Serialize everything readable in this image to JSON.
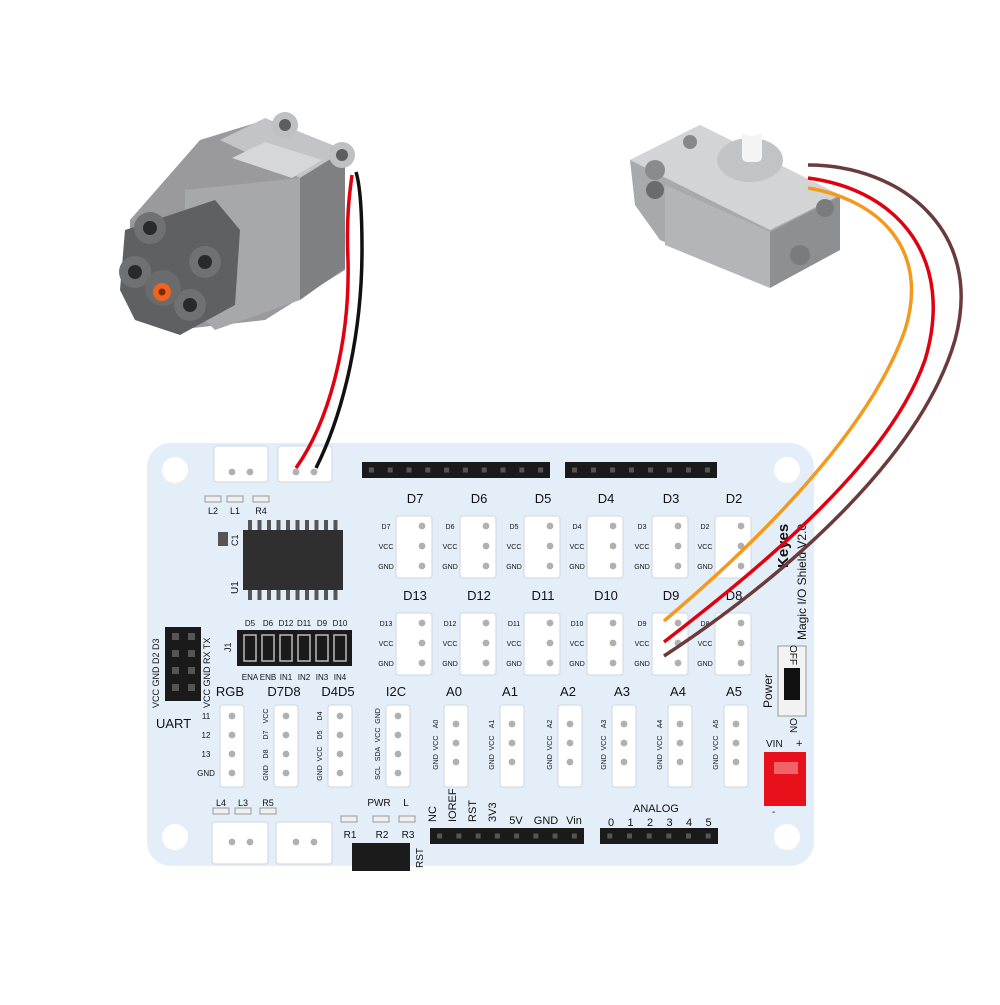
{
  "board": {
    "brand": "Keyes",
    "model": "Magic I/O Shield V2.0",
    "colors": {
      "pcb": "#e4eef8",
      "header": "#1a1a1a",
      "connector": "#ffffff",
      "chip": "#2f2f2f",
      "power_jack": "#e8101a"
    },
    "top_leds": [
      "L2",
      "L1",
      "R4"
    ],
    "cap_label": "C1",
    "chip_label": "U1",
    "uart": {
      "label": "UART",
      "col_labels": [
        "VCC GND D2 D3",
        "VCC GND RX TX"
      ]
    },
    "j1": {
      "label": "J1",
      "top": [
        "D5",
        "D6",
        "D12",
        "D11",
        "D9",
        "D10"
      ],
      "bottom": [
        "ENA",
        "ENB",
        "IN1",
        "IN2",
        "IN3",
        "IN4"
      ]
    },
    "row1": [
      {
        "name": "D7",
        "pins": [
          "D7",
          "VCC",
          "GND"
        ]
      },
      {
        "name": "D6",
        "pins": [
          "D6",
          "VCC",
          "GND"
        ]
      },
      {
        "name": "D5",
        "pins": [
          "D5",
          "VCC",
          "GND"
        ]
      },
      {
        "name": "D4",
        "pins": [
          "D4",
          "VCC",
          "GND"
        ]
      },
      {
        "name": "D3",
        "pins": [
          "D3",
          "VCC",
          "GND"
        ]
      },
      {
        "name": "D2",
        "pins": [
          "D2",
          "VCC",
          "GND"
        ]
      }
    ],
    "row2": [
      {
        "name": "D13",
        "pins": [
          "D13",
          "VCC",
          "GND"
        ]
      },
      {
        "name": "D12",
        "pins": [
          "D12",
          "VCC",
          "GND"
        ]
      },
      {
        "name": "D11",
        "pins": [
          "D11",
          "VCC",
          "GND"
        ]
      },
      {
        "name": "D10",
        "pins": [
          "D10",
          "VCC",
          "GND"
        ]
      },
      {
        "name": "D9",
        "pins": [
          "D9",
          "VCC",
          "GND"
        ]
      },
      {
        "name": "D8",
        "pins": [
          "D8",
          "VCC",
          "GND"
        ]
      }
    ],
    "row3": [
      {
        "name": "RGB",
        "pins": [
          "11",
          "12",
          "13",
          "GND"
        ]
      },
      {
        "name": "D7D8",
        "pins": [
          "VCC",
          "D7",
          "D8",
          "GND"
        ]
      },
      {
        "name": "D4D5",
        "pins": [
          "D4",
          "D5",
          "VCC",
          "GND"
        ]
      },
      {
        "name": "I2C",
        "pins": [
          "GND",
          "VCC",
          "SDA",
          "SCL"
        ]
      },
      {
        "name": "A0",
        "pins": [
          "A0",
          "VCC",
          "GND"
        ]
      },
      {
        "name": "A1",
        "pins": [
          "A1",
          "VCC",
          "GND"
        ]
      },
      {
        "name": "A2",
        "pins": [
          "A2",
          "VCC",
          "GND"
        ]
      },
      {
        "name": "A3",
        "pins": [
          "A3",
          "VCC",
          "GND"
        ]
      },
      {
        "name": "A4",
        "pins": [
          "A4",
          "VCC",
          "GND"
        ]
      },
      {
        "name": "A5",
        "pins": [
          "A5",
          "VCC",
          "GND"
        ]
      }
    ],
    "power": {
      "label": "Power",
      "off": "OFF",
      "on": "ON",
      "vin": "VIN",
      "plus": "+",
      "minus": "-"
    },
    "bottom_leds": [
      "L4",
      "L3",
      "R5"
    ],
    "pwr_leds": [
      "PWR",
      "L"
    ],
    "resistors": [
      "R1",
      "R2",
      "R3"
    ],
    "rst_label": "RST",
    "power_header": [
      "NC",
      "IOREF",
      "RST",
      "3V3",
      "5V",
      "GND",
      "Vin"
    ],
    "analog": {
      "label": "ANALOG",
      "pins": [
        "0",
        "1",
        "2",
        "3",
        "4",
        "5"
      ]
    }
  },
  "wires": {
    "motor": [
      "#e10010",
      "#111111"
    ],
    "servo": [
      "#f39a1e",
      "#e10010",
      "#6b3a3a"
    ]
  }
}
